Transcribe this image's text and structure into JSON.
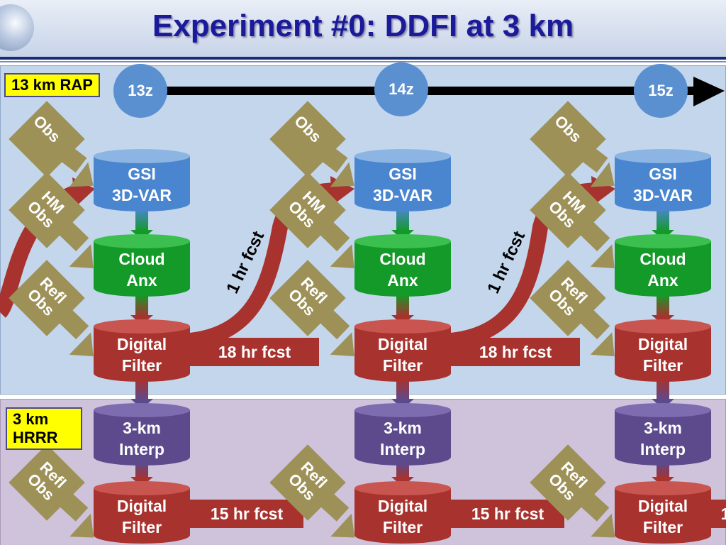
{
  "title": "Experiment #0: DDFI at 3 km",
  "bands": {
    "rap_label": "13 km RAP",
    "hrrr_label_line1": "3 km",
    "hrrr_label_line2": "HRRR"
  },
  "times": [
    "13z",
    "14z",
    "15z"
  ],
  "columns": [
    {
      "gsi": [
        "GSI",
        "3D-VAR"
      ],
      "cloud": [
        "Cloud",
        "Anx"
      ],
      "filter": [
        "Digital",
        "Filter"
      ],
      "interp": [
        "3-km",
        "Interp"
      ],
      "filter3km": [
        "Digital",
        "Filter"
      ],
      "rap_fcst": "18 hr fcst",
      "hrrr_fcst": "15 hr fcst"
    },
    {
      "gsi": [
        "GSI",
        "3D-VAR"
      ],
      "cloud": [
        "Cloud",
        "Anx"
      ],
      "filter": [
        "Digital",
        "Filter"
      ],
      "interp": [
        "3-km",
        "Interp"
      ],
      "filter3km": [
        "Digital",
        "Filter"
      ],
      "rap_fcst": "18 hr fcst",
      "hrrr_fcst": "15 hr fcst"
    },
    {
      "gsi": [
        "GSI",
        "3D-VAR"
      ],
      "cloud": [
        "Cloud",
        "Anx"
      ],
      "filter": [
        "Digital",
        "Filter"
      ],
      "interp": [
        "3-km",
        "Interp"
      ],
      "filter3km": [
        "Digital",
        "Filter"
      ],
      "rap_fcst": "",
      "hrrr_fcst": "1"
    }
  ],
  "obs_labels": {
    "obs": [
      "Obs"
    ],
    "hm_obs": [
      "HM",
      "Obs"
    ],
    "refl_obs": [
      "Refl",
      "Obs"
    ]
  },
  "cycle_fcst_label": "1 hr fcst",
  "colors": {
    "gsi": "#4a86cf",
    "cloud_anx": "#139a28",
    "digital_filter": "#a8322e",
    "interp": "#5c4a8c",
    "obs_arrow": "#9d9158",
    "time_circle": "#5a8fd0",
    "rap_band": "#c3d6ec",
    "hrrr_band": "#cfc3dc",
    "title": "#1a1a9a",
    "label_box": "#ffff00"
  }
}
